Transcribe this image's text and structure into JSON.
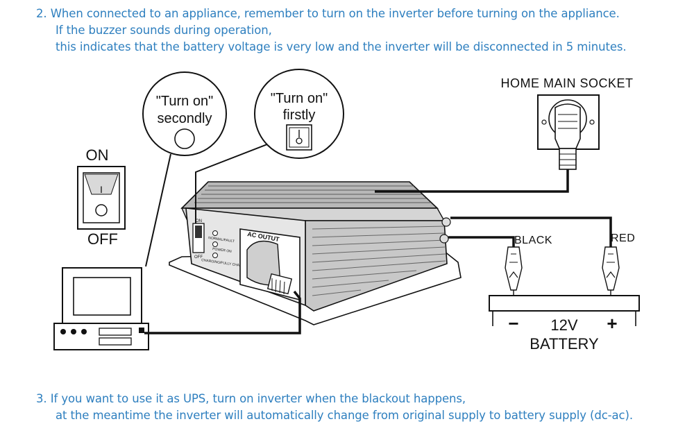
{
  "instructions": {
    "step2": {
      "number": "2.",
      "line1": "When connected to an appliance, remember to turn on the inverter before turning on the appliance.",
      "line2": "If the buzzer sounds during operation,",
      "line3": "this indicates that the battery voltage is very low and the inverter will be disconnected in 5 minutes."
    },
    "step3": {
      "number": "3.",
      "line1": "If you want to use it as UPS, turn on inverter when the blackout happens,",
      "line2": "at the meantime the inverter will automatically change from original supply to battery supply (dc-ac)."
    }
  },
  "diagram": {
    "bubble_appliance": {
      "line1": "\"Turn on\"",
      "line2": "secondly"
    },
    "bubble_inverter": {
      "line1": "\"Turn on\"",
      "line2": "firstly"
    },
    "switch": {
      "on_label": "ON",
      "off_label": "OFF",
      "mark": "I"
    },
    "socket": {
      "title": "HOME MAIN SOCKET"
    },
    "inverter": {
      "ac_output_label": "AC OUTUT",
      "led_labels": [
        "NORMAL/FAULT",
        "POWER ON",
        "CHARGING/FULLY CHARGED"
      ],
      "on_mark": "ON",
      "off_mark": "OFF"
    },
    "battery": {
      "black_label": "BLACK",
      "red_label": "RED",
      "minus": "−",
      "plus": "+",
      "voltage": "12V",
      "name": "BATTERY"
    }
  },
  "colors": {
    "text_accent": "#2e7fbf",
    "line": "#111111"
  },
  "icons": [
    "inverter-unit",
    "rocker-switch",
    "wall-socket-plug",
    "battery-clamp",
    "appliance-monitor"
  ]
}
